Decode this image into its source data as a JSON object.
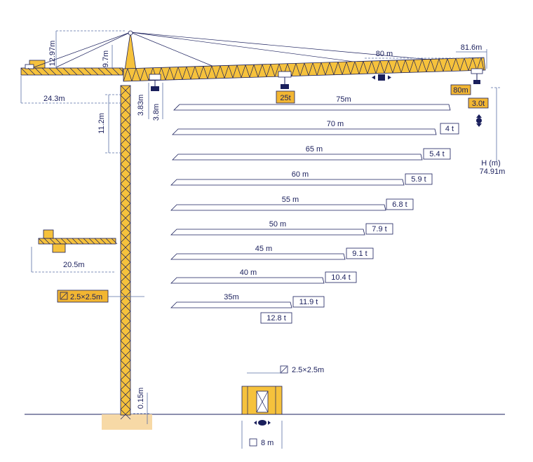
{
  "colors": {
    "crane_yellow": "#f6c23c",
    "outline": "#1a1f5c",
    "dimension": "#5a6fa5",
    "highlight": "#f2b632",
    "foundation": "#f7d9a6"
  },
  "dimensions": {
    "head_height": "12.97m",
    "tie_height": "9.7m",
    "counter_jib_length": "24.3m",
    "jib_max_length": "80 m",
    "jib_tip_length": "81.6m",
    "under_hook_1": "3.83m",
    "under_hook_2": "3.8m",
    "upper_section": "11.2m",
    "base_height": "0.15m",
    "erecting_jib": "20.5m",
    "mast_section": "2.5×2.5m",
    "base_section": "2.5×2.5m",
    "base_size": "8 m",
    "height_label": "H (m)",
    "height_value": "74.91m"
  },
  "loads": {
    "max_load": "25t",
    "tip_radius": "80m",
    "tip_load": "3.0t"
  },
  "jib_configs": [
    {
      "length": "75m",
      "capacity": ""
    },
    {
      "length": "70 m",
      "capacity": "4 t"
    },
    {
      "length": "65 m",
      "capacity": "5.4 t"
    },
    {
      "length": "60 m",
      "capacity": "5.9 t"
    },
    {
      "length": "55 m",
      "capacity": "6.8 t"
    },
    {
      "length": "50 m",
      "capacity": "7.9 t"
    },
    {
      "length": "45 m",
      "capacity": "9.1 t"
    },
    {
      "length": "40 m",
      "capacity": "10.4 t"
    },
    {
      "length": "35m",
      "capacity": "11.9 t"
    },
    {
      "length": "",
      "capacity": "12.8 t"
    }
  ]
}
